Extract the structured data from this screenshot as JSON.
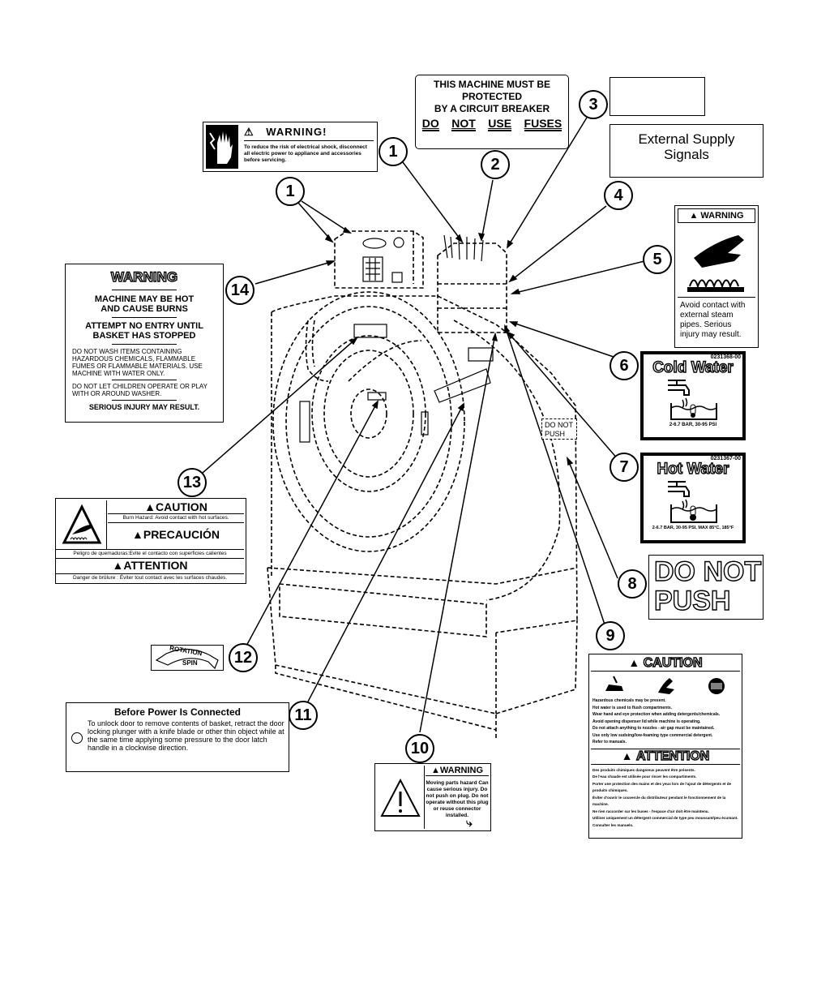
{
  "callouts": [
    "1",
    "1",
    "2",
    "3",
    "4",
    "5",
    "6",
    "7",
    "8",
    "9",
    "10",
    "11",
    "12",
    "13",
    "14"
  ],
  "circuit_label": {
    "lines": [
      "THIS MACHINE MUST BE",
      "PROTECTED",
      "BY A CIRCUIT BREAKER"
    ],
    "words": [
      "DO",
      "NOT",
      "USE",
      "FUSES"
    ]
  },
  "shock_warning": {
    "title": "WARNING!",
    "text": "To reduce the risk of electrical shock, disconnect all electric power to appliance and accessories before servicing."
  },
  "external_supply": {
    "text": "External Supply Signals"
  },
  "steam_warning": {
    "title": "WARNING",
    "text": "Avoid contact with external steam pipes. Serious injury may result."
  },
  "cold_water": {
    "code": "0231368-00",
    "title": "Cold Water",
    "spec": "2-6.7 BAR, 30-95 PSI"
  },
  "hot_water": {
    "code": "0231367-00",
    "title": "Hot Water",
    "spec": "2-6.7 BAR, 30-95 PSI, MAX 85°C, 185°F"
  },
  "do_not_push": {
    "line1": "DO NOT",
    "line2": "PUSH"
  },
  "machine_do_not_push": {
    "line1": "DO NOT",
    "line2": "PUSH"
  },
  "hot_warning": {
    "title": "WARNING",
    "lines": [
      "MACHINE MAY BE HOT",
      "AND CAUSE BURNS",
      "ATTEMPT NO ENTRY UNTIL",
      "BASKET HAS STOPPED",
      "DO NOT WASH ITEMS CONTAINING HAZARDOUS CHEMICALS, FLAMMABLE FUMES OR FLAMMABLE MATERIALS. USE MACHINE WITH WATER ONLY.",
      "DO NOT LET CHILDREN OPERATE OR PLAY WITH OR AROUND WASHER.",
      "SERIOUS INJURY MAY RESULT."
    ]
  },
  "burn_caution": {
    "caution": "CAUTION",
    "caution_text": "Burn Hazard: Avoid contact with hot surfaces.",
    "precaucion": "PRECAUCIÓN",
    "precaucion_text": "Peligro de quemaduras:Evite el contacto con superficies calientes",
    "attention": "ATTENTION",
    "attention_text": "Danger de brûlure : Éviter tout contact avec les surfaces chaudes."
  },
  "rotation": {
    "line1": "ROTATION",
    "line2": "SPIN"
  },
  "power_label": {
    "title": "Before Power Is Connected",
    "text": "To unlock door to remove contents of basket, retract the door locking plunger with a knife blade or other thin object while at the same time applying some pressure to the door latch handle in a clockwise direction."
  },
  "moving_parts": {
    "title": "WARNING",
    "text": "Moving parts hazard Can cause serious injury. Do not push on plug. Do not operate without this plug or reuse connector installed."
  },
  "chem_caution": {
    "caution": "CAUTION",
    "caution_lines": [
      "Hazardous chemicals may be present.",
      "Hot water is used to flush compartments.",
      "Wear hand and eye protection when adding detergents/chemicals.",
      "Avoid opening dispenser lid while machine is operating.",
      "Do not attach anything to nozzles - air gap must be maintained.",
      "Use only low sudsing/low-foaming type commercial detergent.",
      "Refer to manuals."
    ],
    "attention": "ATTENTION",
    "attention_lines": [
      "Des produits chimiques dangereux peuvent être présents.",
      "De l'eau chaude est utilisée pour rincer les compartiments.",
      "Porter une protection des mains et des yeux lors de l'ajout de détergents et de produits chimiques.",
      "Éviter d'ouvrir le couvercle du distributeur pendant le fonctionnement de la machine.",
      "Ne rien raccorder sur les buses - l'espace d'air doit être maintenu.",
      "Utiliser uniquement un détergent commercial de type peu moussant/peu écumant.",
      "Consulter les manuels."
    ]
  }
}
